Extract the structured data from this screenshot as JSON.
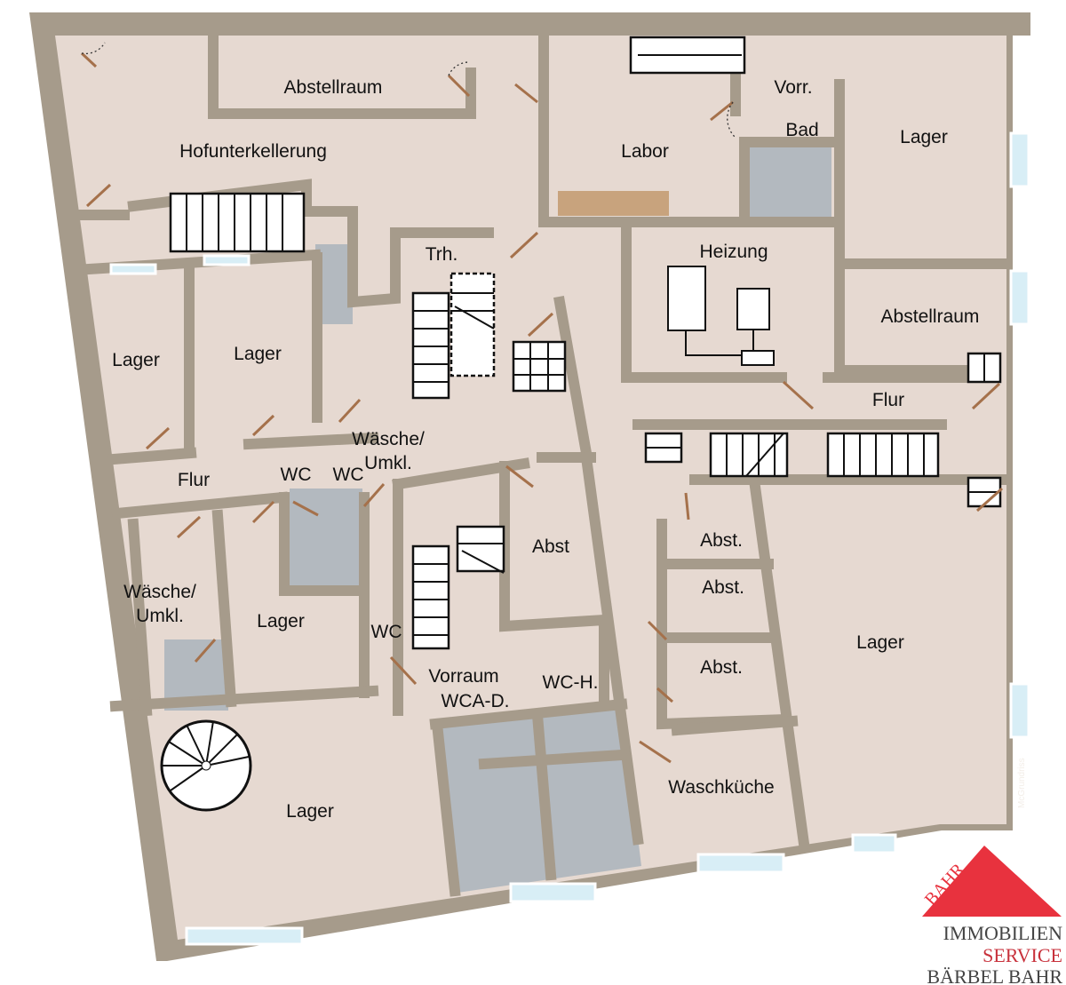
{
  "plan": {
    "rooms": [
      {
        "id": "abstellraum-top",
        "label": "Abstellraum"
      },
      {
        "id": "hofunterkellerung",
        "label": "Hofunterkellerung"
      },
      {
        "id": "labor",
        "label": "Labor"
      },
      {
        "id": "vorr",
        "label": "Vorr."
      },
      {
        "id": "bad",
        "label": "Bad"
      },
      {
        "id": "lager-ne",
        "label": "Lager"
      },
      {
        "id": "heizung",
        "label": "Heizung"
      },
      {
        "id": "trh",
        "label": "Trh."
      },
      {
        "id": "abstellraum-east",
        "label": "Abstellraum"
      },
      {
        "id": "lager-w1",
        "label": "Lager"
      },
      {
        "id": "lager-w2",
        "label": "Lager"
      },
      {
        "id": "flur-east",
        "label": "Flur"
      },
      {
        "id": "waesche-1a",
        "label": "Wäsche/"
      },
      {
        "id": "waesche-1b",
        "label": "Umkl."
      },
      {
        "id": "flur-west",
        "label": "Flur"
      },
      {
        "id": "wc-1",
        "label": "WC"
      },
      {
        "id": "wc-2",
        "label": "WC"
      },
      {
        "id": "abst-center",
        "label": "Abst"
      },
      {
        "id": "abst-1",
        "label": "Abst."
      },
      {
        "id": "abst-2",
        "label": "Abst."
      },
      {
        "id": "waesche-2a",
        "label": "Wäsche/"
      },
      {
        "id": "waesche-2b",
        "label": "Umkl."
      },
      {
        "id": "lager-mid",
        "label": "Lager"
      },
      {
        "id": "wc-3",
        "label": "WC"
      },
      {
        "id": "lager-east",
        "label": "Lager"
      },
      {
        "id": "abst-3",
        "label": "Abst."
      },
      {
        "id": "vorraum-a",
        "label": "Vorraum"
      },
      {
        "id": "vorraum-b",
        "label": "WCA-D."
      },
      {
        "id": "wc-h",
        "label": "WC-H."
      },
      {
        "id": "waschkueche",
        "label": "Waschküche"
      },
      {
        "id": "lager-sw",
        "label": "Lager"
      }
    ],
    "watermark": "McGrundriss"
  },
  "logo": {
    "mark": "BAHR",
    "line1": "IMMOBILIEN",
    "line2": "SERVICE",
    "line3": "BÄRBEL BAHR"
  },
  "colors": {
    "wall": "#a69b8b",
    "floor": "#e6d9d1",
    "tile": "#b3b9bf",
    "logo_red": "#e8323e"
  }
}
